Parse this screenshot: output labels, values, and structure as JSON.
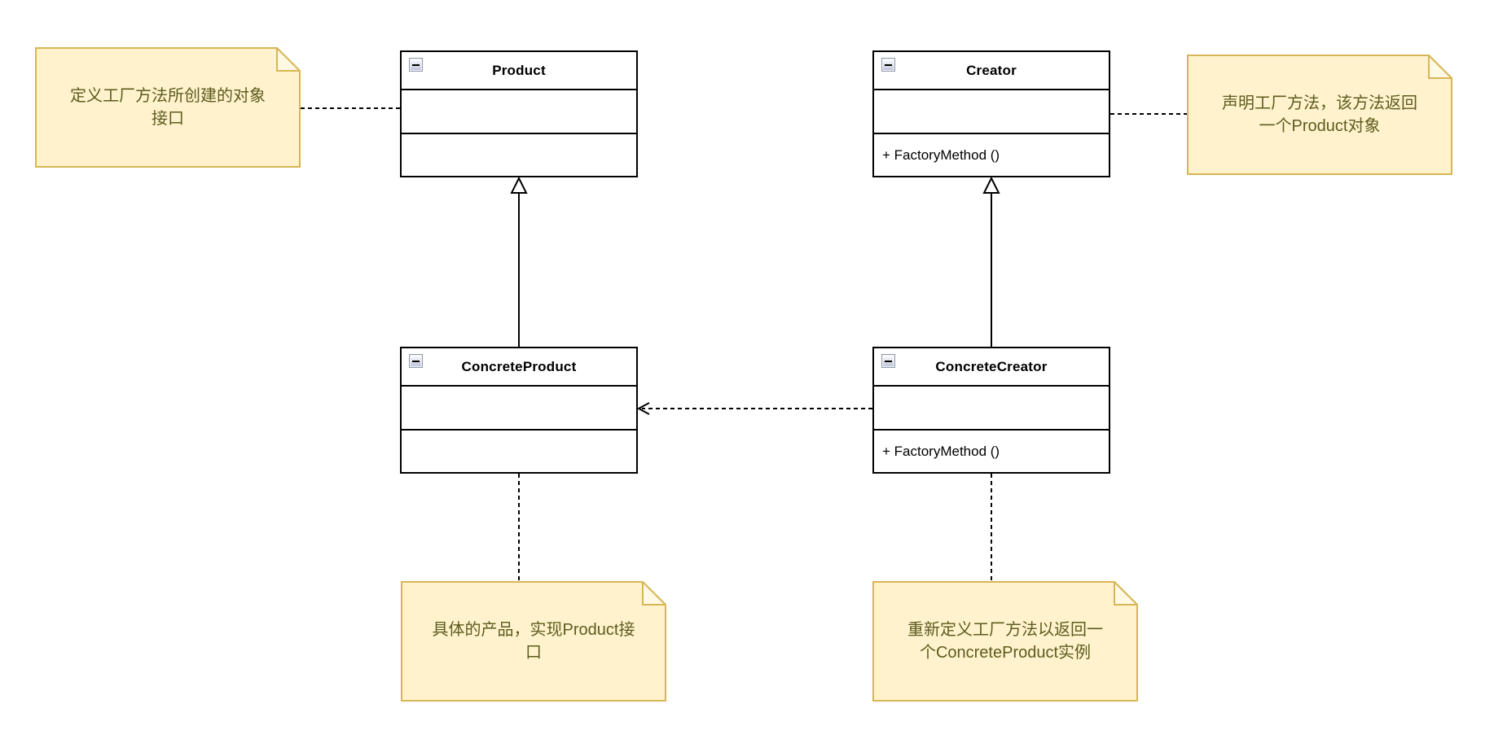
{
  "colors": {
    "background": "#ffffff",
    "class_fill": "#ffffff",
    "class_border": "#000000",
    "note_fill": "#fff2cc",
    "note_border": "#d6b656",
    "note_fold_fill": "#fff9e3",
    "note_text": "#5c5c20",
    "connector": "#000000"
  },
  "classes": {
    "product": {
      "title": "Product"
    },
    "creator": {
      "title": "Creator",
      "method": "+ FactoryMethod ()"
    },
    "concrete_product": {
      "title": "ConcreteProduct"
    },
    "concrete_creator": {
      "title": "ConcreteCreator",
      "method": "+ FactoryMethod ()"
    }
  },
  "notes": {
    "product_note": {
      "text": "定义工厂方法所创建的对象\n接口"
    },
    "creator_note": {
      "text": "声明工厂方法，该方法返回\n一个Product对象"
    },
    "concrete_product_note": {
      "text": "具体的产品，实现Product接\n口"
    },
    "concrete_creator_note": {
      "text": "重新定义工厂方法以返回一\n个ConcreteProduct实例"
    }
  },
  "relationships": [
    {
      "type": "note-link",
      "from": "product_note",
      "to": "product",
      "style": "dashed"
    },
    {
      "type": "note-link",
      "from": "creator",
      "to": "creator_note",
      "style": "dashed"
    },
    {
      "type": "generalization",
      "from": "concrete_product",
      "to": "product",
      "style": "solid-hollow-triangle"
    },
    {
      "type": "generalization",
      "from": "concrete_creator",
      "to": "creator",
      "style": "solid-hollow-triangle"
    },
    {
      "type": "dependency",
      "from": "concrete_creator",
      "to": "concrete_product",
      "style": "dashed-open-arrow"
    },
    {
      "type": "note-link",
      "from": "concrete_product",
      "to": "concrete_product_note",
      "style": "dashed"
    },
    {
      "type": "note-link",
      "from": "concrete_creator",
      "to": "concrete_creator_note",
      "style": "dashed"
    }
  ]
}
